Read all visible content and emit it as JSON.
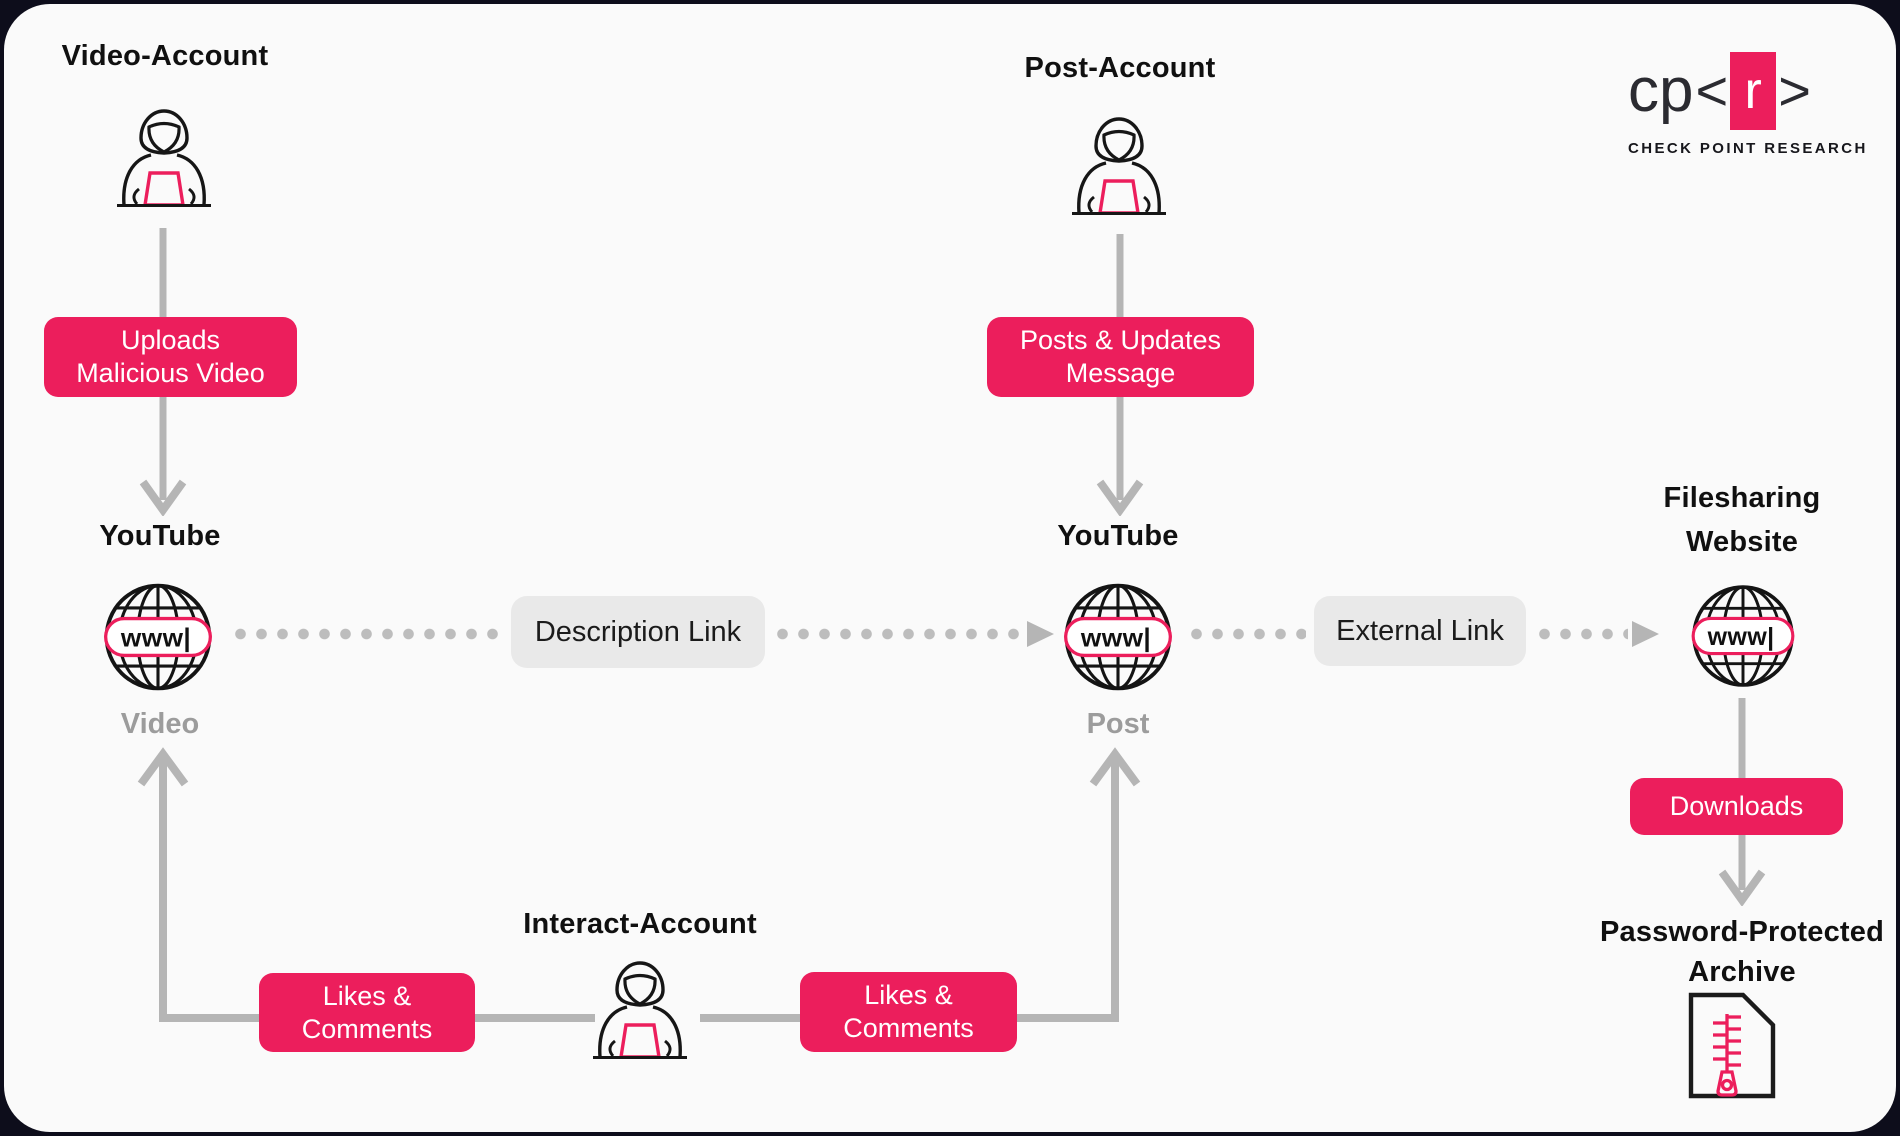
{
  "page": {
    "colors": {
      "outer_background": "#0d0d1b",
      "card_background": "#fafafa",
      "brand_pink": "#ec1e5c",
      "arrow_gray": "#b5b5b5",
      "dot_gray": "#bdbdbd",
      "label_box_gray": "#e9e9e9",
      "sub_label_gray": "#9c9c9c",
      "text_black": "#101010"
    },
    "icons": [
      "hacker-icon",
      "globe-www-icon",
      "zip-archive-icon",
      "arrow-down-icon",
      "arrow-up-icon",
      "dotted-arrow-right-icon"
    ]
  },
  "logo": {
    "cp": "cp",
    "open_bracket": "<",
    "r": "r",
    "close_bracket": ">",
    "subtitle": "CHECK POINT RESEARCH"
  },
  "actors": {
    "video_account": {
      "label": "Video-Account"
    },
    "post_account": {
      "label": "Post-Account"
    },
    "interact_account": {
      "label": "Interact-Account"
    }
  },
  "nodes": {
    "youtube_video": {
      "title": "YouTube",
      "sub": "Video",
      "url": "www|"
    },
    "youtube_post": {
      "title": "YouTube",
      "sub": "Post",
      "url": "www|"
    },
    "filesharing": {
      "line1": "Filesharing",
      "line2": "Website",
      "url": "www|"
    },
    "archive": {
      "line1": "Password-Protected",
      "line2": "Archive"
    }
  },
  "edges": {
    "uploads": {
      "line1": "Uploads",
      "line2": "Malicious Video"
    },
    "posts": {
      "line1": "Posts & Updates",
      "line2": "Message"
    },
    "description": {
      "label": "Description Link"
    },
    "external": {
      "label": "External Link"
    },
    "downloads": {
      "label": "Downloads"
    },
    "likes_left": {
      "line1": "Likes &",
      "line2": "Comments"
    },
    "likes_right": {
      "line1": "Likes &",
      "line2": "Comments"
    }
  }
}
